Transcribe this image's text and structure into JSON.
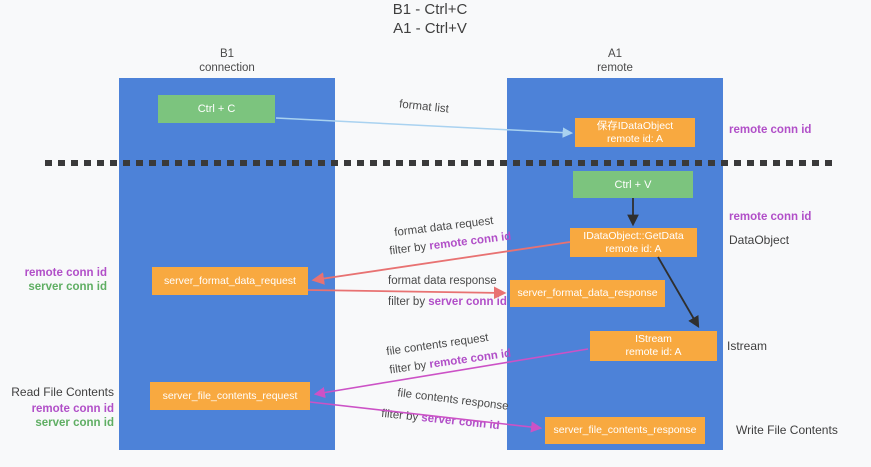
{
  "title": {
    "line1": "B1 - Ctrl+C",
    "line2": "A1 - Ctrl+V"
  },
  "colors": {
    "background": "#f8f9fa",
    "column_blue": "#4d82d8",
    "box_green": "#7cc47e",
    "box_orange": "#f8a940",
    "purple": "#b14fc8",
    "green_label": "#5fae63",
    "arrow_salmon": "#e87272",
    "arrow_magenta": "#cc52c6",
    "arrow_lightblue": "#a9d2f0",
    "arrow_black": "#2f2f2f",
    "dotted_line": "#3a3a3a",
    "text_dark": "#3f3f3f",
    "text_gray": "#4a4a4a"
  },
  "left_column": {
    "header": {
      "line1": "B1",
      "line2": "connection"
    },
    "boxes": {
      "ctrl_c": "Ctrl + C",
      "format_request": "server_format_data_request",
      "file_request": "server_file_contents_request"
    },
    "side_labels": {
      "format_remote": "remote conn id",
      "format_server": "server conn id",
      "file_title": "Read File Contents",
      "file_remote": "remote conn id",
      "file_server": "server conn id"
    }
  },
  "right_column": {
    "header": {
      "line1": "A1",
      "line2": "remote"
    },
    "boxes": {
      "save_idataobject": {
        "line1": "保存IDataObject",
        "line2": "remote id: A"
      },
      "ctrl_v": "Ctrl + V",
      "getdata": {
        "line1": "IDataObject::GetData",
        "line2": "remote id: A"
      },
      "format_response": "server_format_data_response",
      "istream": {
        "line1": "IStream",
        "line2": "remote id: A"
      },
      "file_response": "server_file_contents_response"
    },
    "side_labels": {
      "top_remote": "remote conn id",
      "mid_remote": "remote conn id",
      "dataobject": "DataObject",
      "istream": "Istream",
      "write": "Write File Contents"
    }
  },
  "arrow_labels": {
    "format_list": "format list",
    "format_request": "format data request",
    "format_request_filter_prefix": "filter by ",
    "format_request_filter_key": "remote conn id",
    "format_response": "format data response",
    "format_response_filter_prefix": "filter by ",
    "format_response_filter_key": "server conn id",
    "file_request": "file contents request",
    "file_request_filter_prefix": "filter by ",
    "file_request_filter_key": "remote conn id",
    "file_response": "file contents response",
    "file_response_filter_prefix": "filter by ",
    "file_response_filter_key": "server conn id"
  }
}
